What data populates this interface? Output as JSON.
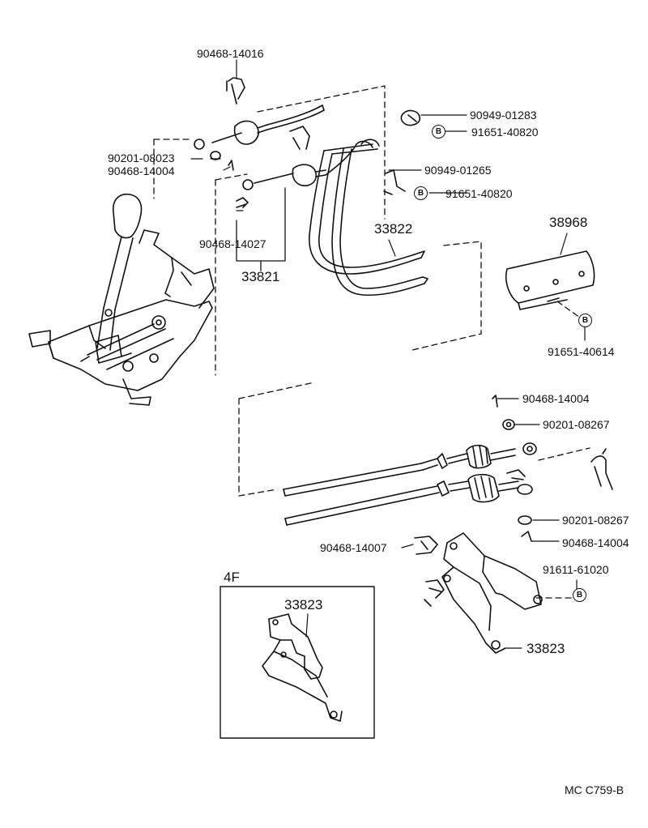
{
  "part_labels": {
    "p_90468_14016": "90468-14016",
    "p_90949_01283": "90949-01283",
    "p_91651_40820_a": "91651-40820",
    "p_90201_08023": "90201-08023",
    "p_90468_14004_a": "90468-14004",
    "p_90949_01265": "90949-01265",
    "p_91651_40820_b": "91651-40820",
    "p_33822": "33822",
    "p_38968": "38968",
    "p_90468_14027": "90468-14027",
    "p_33821": "33821",
    "p_91651_40614": "91651-40614",
    "p_90468_14004_b": "90468-14004",
    "p_90201_08267_a": "90201-08267",
    "p_90201_08267_b": "90201-08267",
    "p_90468_14004_c": "90468-14004",
    "p_90468_14007": "90468-14007",
    "p_91611_61020": "91611-61020",
    "p_33823_main": "33823",
    "p_33823_inset": "33823"
  },
  "inset": {
    "title": "4F"
  },
  "bolt_badge": "B",
  "footer": {
    "code": "MC  C759-B"
  },
  "colors": {
    "ink": "#111111",
    "paper": "#ffffff"
  }
}
